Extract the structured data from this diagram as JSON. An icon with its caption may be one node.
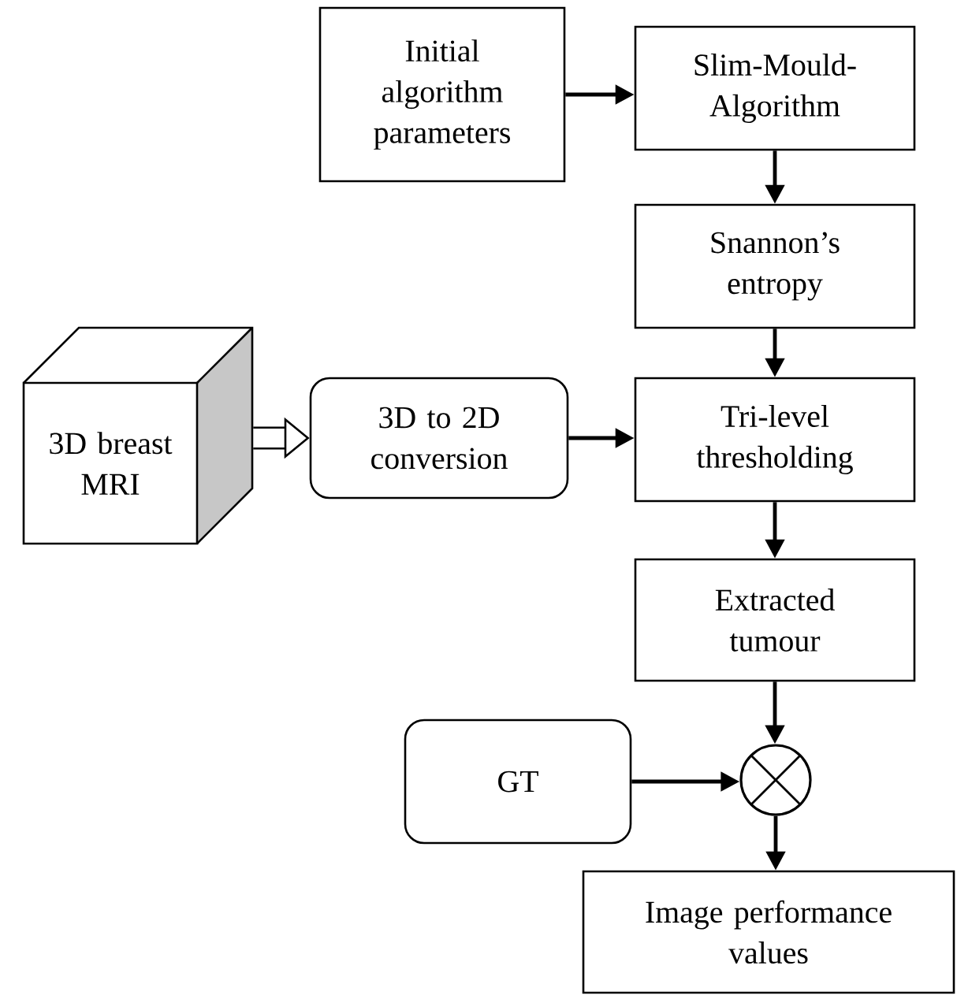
{
  "diagram": {
    "nodes": [
      {
        "text": [
          "Initial algorithm parameters"
        ]
      },
      {
        "text": [
          "Slim-Mould-Algorithm"
        ]
      },
      {
        "text": [
          "Snannon’s entropy"
        ]
      },
      {
        "text": [
          "3D breast MRI"
        ]
      },
      {
        "text": [
          "3D to 2D conversion"
        ]
      },
      {
        "text": [
          "Tri-level thresholding"
        ]
      },
      {
        "text": [
          "Extracted tumour"
        ]
      },
      {
        "text": [
          "GT"
        ]
      },
      {
        "text": [],
        "shape": "circle"
      },
      {
        "text": [
          "Image performance values"
        ]
      }
    ],
    "edges": [
      {
        "from": 0,
        "to": 1,
        "arrow": "to"
      },
      {
        "from": 1,
        "to": 2,
        "arrow": "to"
      },
      {
        "from": 2,
        "to": 5,
        "arrow": "to"
      },
      {
        "from": 3,
        "to": 4,
        "arrow": "to",
        "style": "thick"
      },
      {
        "from": 4,
        "to": 5,
        "arrow": "to"
      },
      {
        "from": 5,
        "to": 6,
        "arrow": "to"
      },
      {
        "from": 6,
        "to": 8,
        "arrow": "to"
      },
      {
        "from": 7,
        "to": 8,
        "arrow": "to"
      },
      {
        "from": 8,
        "to": 9,
        "arrow": "to"
      }
    ]
  }
}
